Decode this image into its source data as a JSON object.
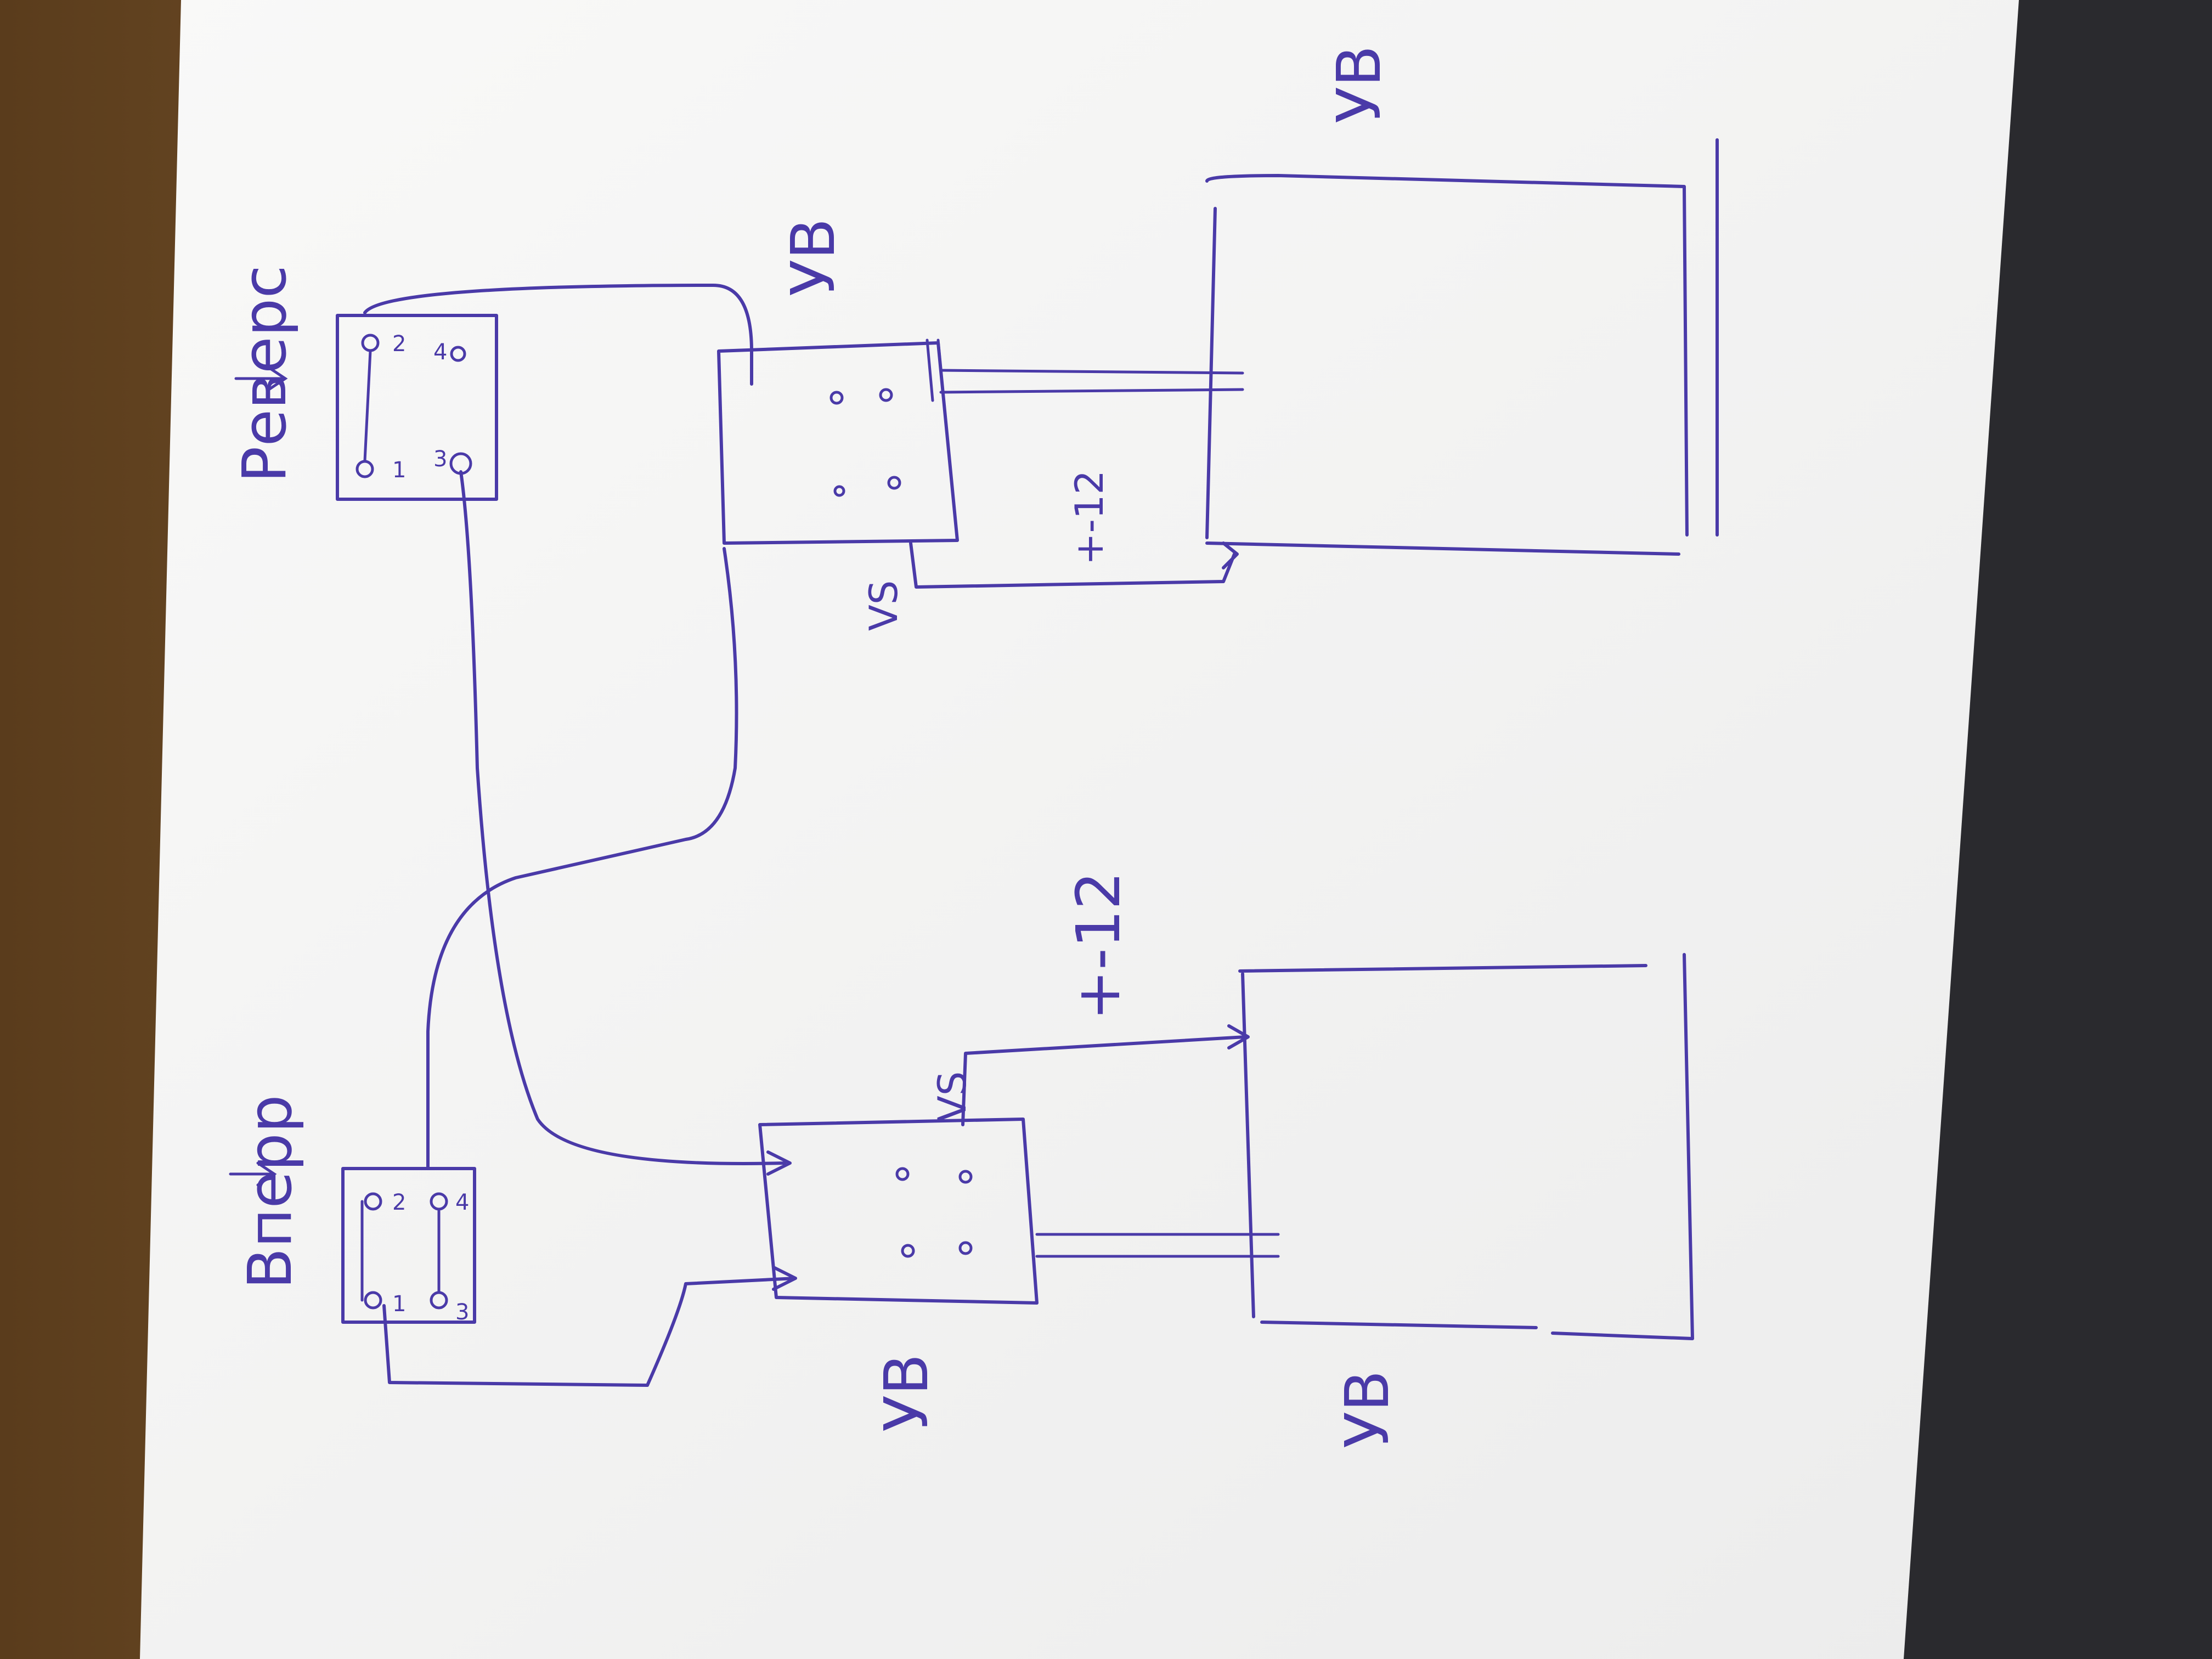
{
  "switches": {
    "top": {
      "label": "Реверс",
      "pins": [
        "1",
        "2",
        "3",
        "4"
      ]
    },
    "bottom": {
      "label": "Вперр",
      "pins": [
        "1",
        "2",
        "3",
        "4"
      ]
    }
  },
  "relays": {
    "top": {
      "label": "УВ",
      "output": "VS"
    },
    "bottom": {
      "label": "УВ",
      "output": "VS"
    }
  },
  "motors": {
    "top": {
      "label": "УВ"
    },
    "bottom": {
      "label": "УВ"
    }
  },
  "voltage": {
    "top": "+-12",
    "bottom": "+-12"
  },
  "colors": {
    "ink": "#4a3aa8",
    "paper": "#f7f7f5",
    "table": "#6b4a24",
    "shadow": "#2a2a2e"
  }
}
